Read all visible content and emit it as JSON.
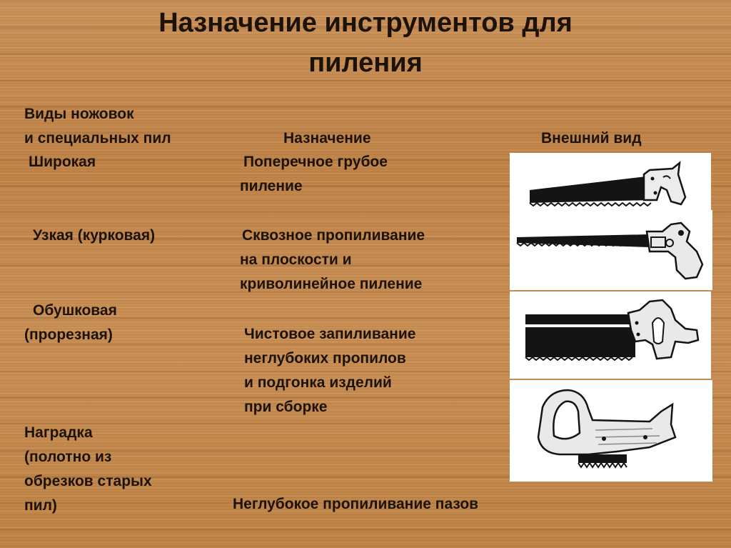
{
  "slide": {
    "title_line1": "Назначение инструментов для",
    "title_line2": "пиления"
  },
  "headers": {
    "types_line1": "Виды ножовок",
    "types_line2": "и специальных пил",
    "purpose": "Назначение",
    "appearance": "Внешний вид"
  },
  "rows": [
    {
      "name_lines": [
        "Широкая"
      ],
      "purpose_lines": [
        "Поперечное грубое",
        "пиление"
      ],
      "image": "wide-handsaw-icon"
    },
    {
      "name_lines": [
        "Узкая (курковая)"
      ],
      "purpose_lines": [
        "Сквозное пропиливание",
        "на плоскости  и",
        "криволинейное пиление"
      ],
      "image": "narrow-keyhole-saw-icon"
    },
    {
      "name_lines": [
        "Обушковая",
        "(прорезная)"
      ],
      "purpose_lines": [
        "Чистовое запиливание",
        "неглубоких пропилов",
        "и подгонка изделий",
        "при сборке"
      ],
      "image": "backsaw-icon"
    },
    {
      "name_lines": [
        "Наградка",
        "(полотно из",
        "обрезков старых",
        "пил)"
      ],
      "purpose_lines": [
        "Неглубокое пропиливание пазов"
      ],
      "image": "groove-saw-icon"
    }
  ],
  "colors": {
    "wood": "#c48a4e",
    "text": "#1c1208",
    "panel": "#ffffff",
    "tool": "#141414"
  }
}
